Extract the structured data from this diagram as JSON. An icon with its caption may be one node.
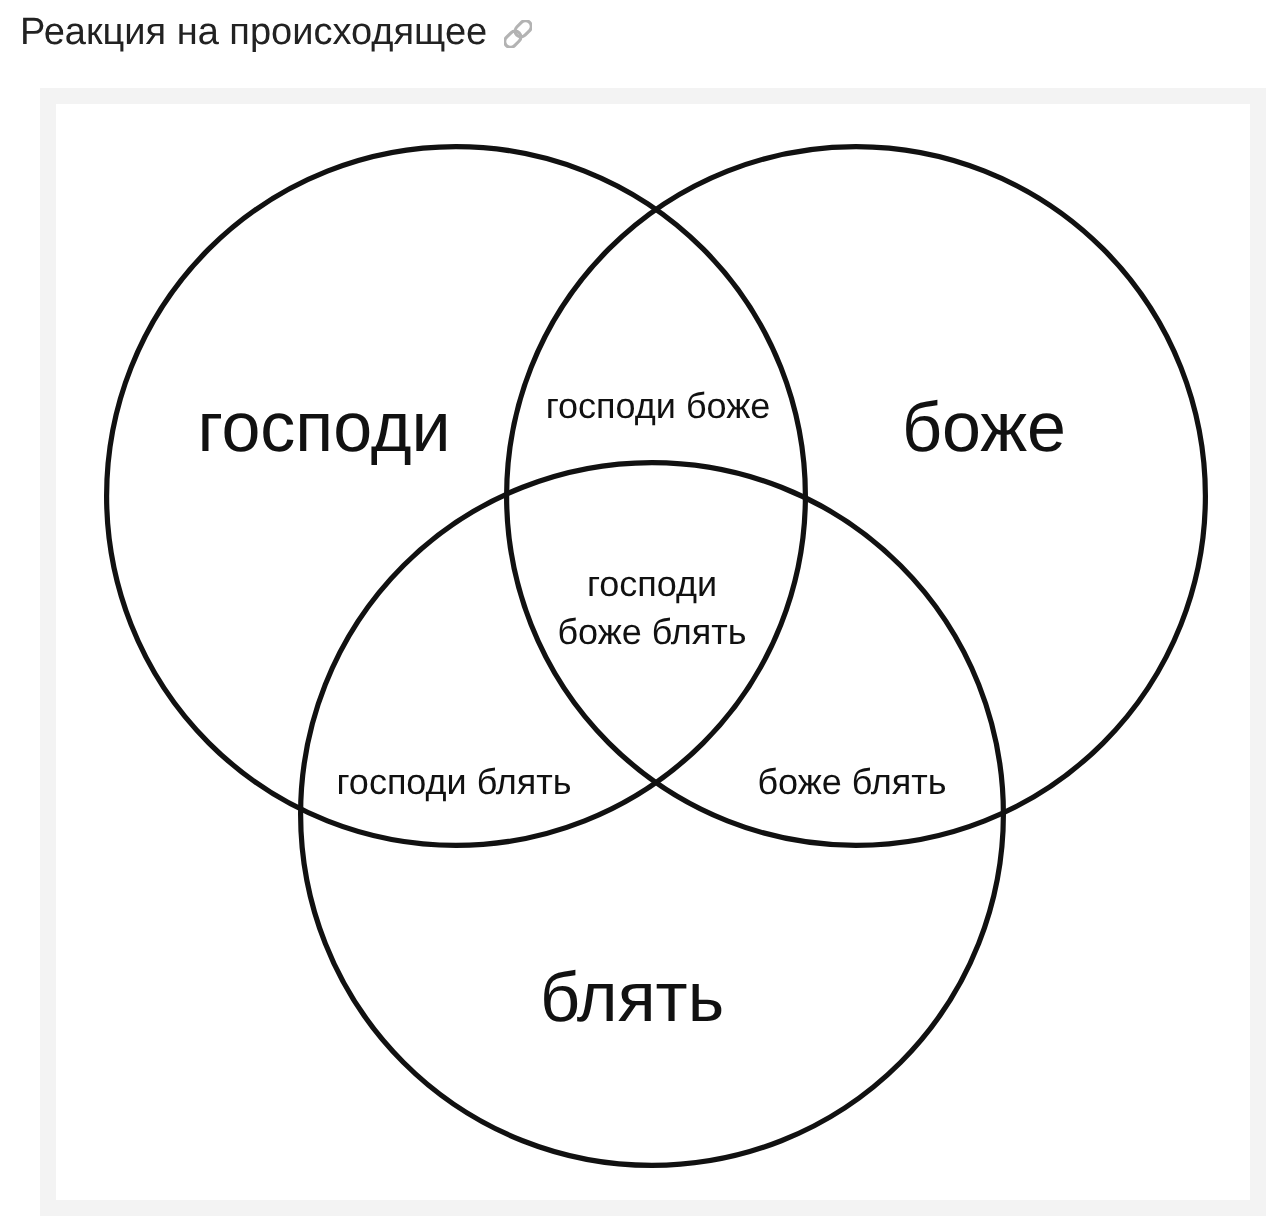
{
  "diagram": {
    "title": "Реакция на происходящее",
    "nodes": [
      {
        "text": [
          "господи"
        ]
      },
      {
        "text": [
          "боже"
        ]
      },
      {
        "text": [
          "блять"
        ]
      }
    ],
    "labels": [
      "господи боже",
      "господи боже блять",
      "господи блять",
      "боже блять"
    ]
  }
}
